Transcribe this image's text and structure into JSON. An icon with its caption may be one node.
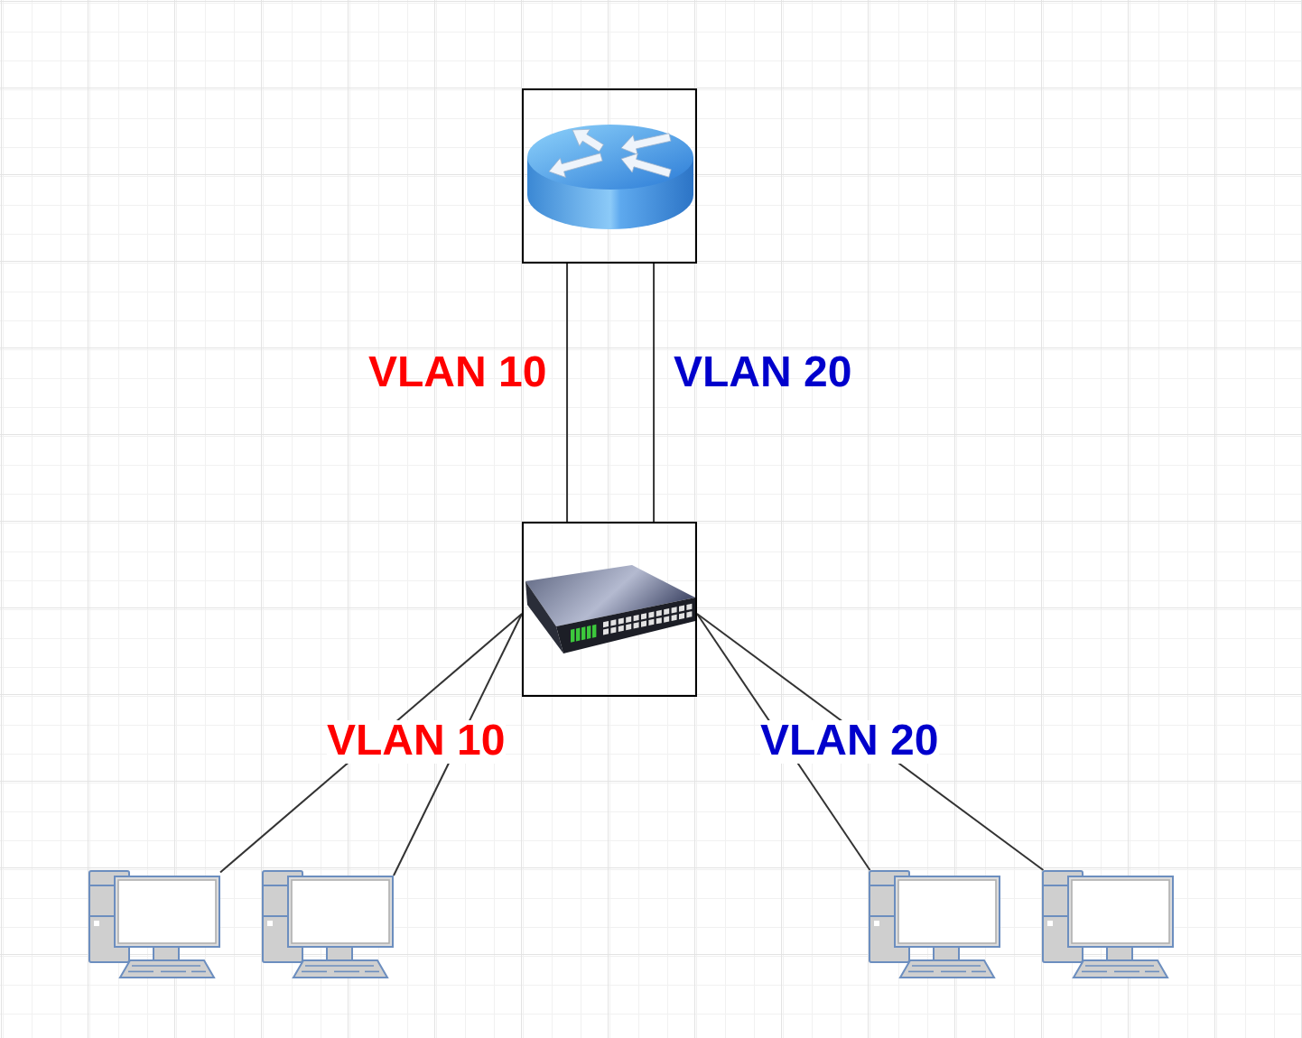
{
  "diagram": {
    "nodes": [
      {
        "text": [],
        "shape": "picture"
      },
      {
        "text": [],
        "shape": "picture"
      },
      {
        "text": [],
        "shape": "picture"
      },
      {
        "text": [],
        "shape": "picture"
      },
      {
        "text": [],
        "shape": "picture"
      },
      {
        "text": [],
        "shape": "picture"
      }
    ],
    "edges": [
      {
        "from": 0,
        "to": 1,
        "arrow": "none"
      },
      {
        "from": 0,
        "to": 1,
        "arrow": "none"
      },
      {
        "from": 1,
        "to": 2,
        "arrow": "none"
      },
      {
        "from": 1,
        "to": 3,
        "arrow": "none"
      },
      {
        "from": 1,
        "to": 4,
        "arrow": "none"
      },
      {
        "from": 1,
        "to": 5,
        "arrow": "none"
      }
    ],
    "labels": [
      "VLAN 10",
      "VLAN 20",
      "VLAN 10",
      "VLAN 20"
    ]
  }
}
